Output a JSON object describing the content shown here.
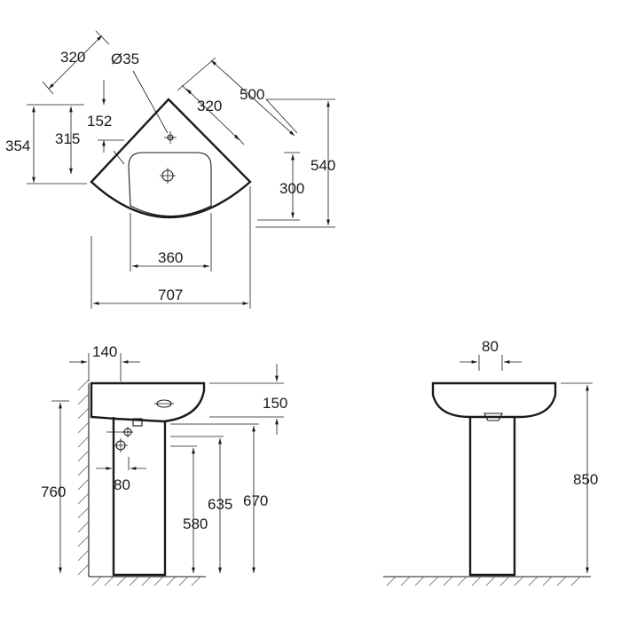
{
  "top_view": {
    "d_320_top": "320",
    "d_35": "Ø35",
    "d_500": "500",
    "d_320_inner": "320",
    "d_354": "354",
    "d_315": "315",
    "d_152": "152",
    "d_540": "540",
    "d_300": "300",
    "d_360": "360",
    "d_707": "707"
  },
  "side_view": {
    "d_140": "140",
    "d_150": "150",
    "d_760": "760",
    "d_80": "80",
    "d_635": "635",
    "d_670": "670",
    "d_580": "580"
  },
  "front_view": {
    "d_80": "80",
    "d_850": "850"
  }
}
